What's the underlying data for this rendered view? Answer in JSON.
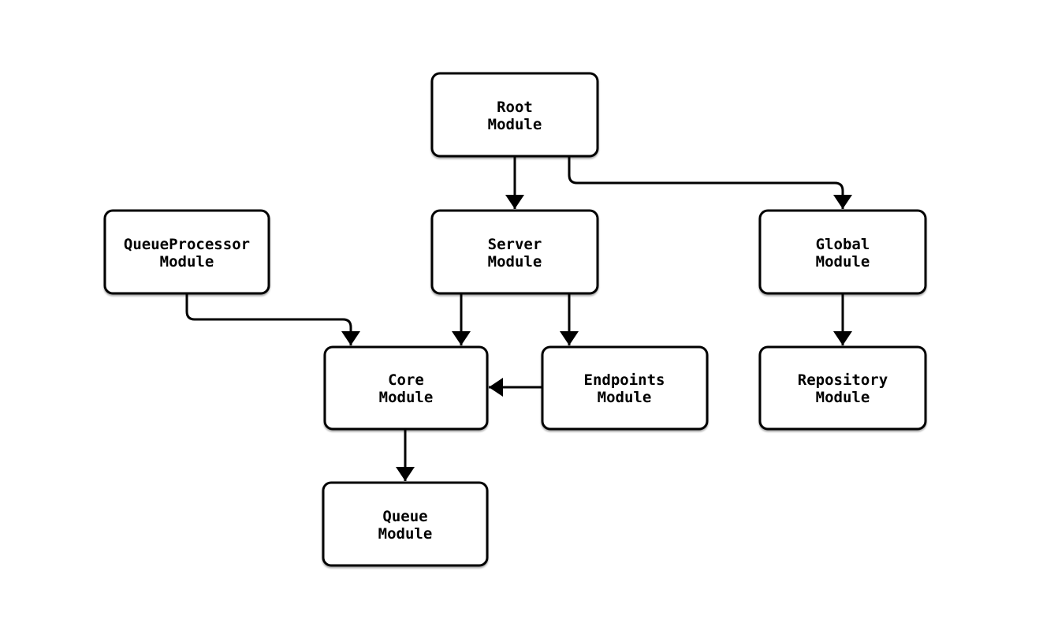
{
  "diagram": {
    "type": "module-dependency-flowchart",
    "colors": {
      "background": "#ffffff",
      "node_fill": "#ffffff",
      "node_stroke": "#000000",
      "edge_color": "#000000",
      "text_color": "#000000"
    },
    "nodes": {
      "root": {
        "line1": "Root",
        "line2": "Module"
      },
      "queueprocessor": {
        "line1": "QueueProcessor",
        "line2": "Module"
      },
      "server": {
        "line1": "Server",
        "line2": "Module"
      },
      "global": {
        "line1": "Global",
        "line2": "Module"
      },
      "core": {
        "line1": "Core",
        "line2": "Module"
      },
      "endpoints": {
        "line1": "Endpoints",
        "line2": "Module"
      },
      "repository": {
        "line1": "Repository",
        "line2": "Module"
      },
      "queue": {
        "line1": "Queue",
        "line2": "Module"
      }
    },
    "edges": [
      {
        "from": "Root Module",
        "to": "Server Module"
      },
      {
        "from": "Root Module",
        "to": "Global Module"
      },
      {
        "from": "QueueProcessor Module",
        "to": "Core Module"
      },
      {
        "from": "Server Module",
        "to": "Core Module"
      },
      {
        "from": "Server Module",
        "to": "Endpoints Module"
      },
      {
        "from": "Endpoints Module",
        "to": "Core Module"
      },
      {
        "from": "Global Module",
        "to": "Repository Module"
      },
      {
        "from": "Core Module",
        "to": "Queue Module"
      }
    ]
  }
}
